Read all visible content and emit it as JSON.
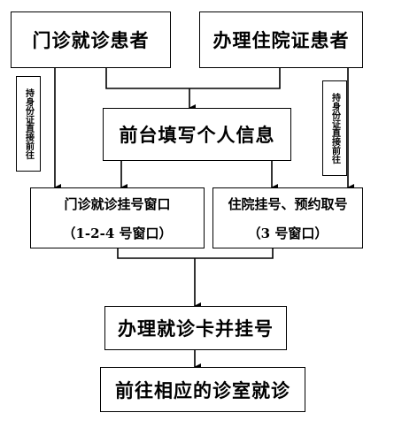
{
  "boxes": {
    "outpatient": "门诊就诊患者",
    "inpatient": "办理住院证患者",
    "front_desk": "前台填写个人信息",
    "outpatient_window_line1": "门诊就诊挂号窗口",
    "outpatient_window_line2": "（1-2-4 号窗口）",
    "inpatient_window_line1": "住院挂号、预约取号",
    "inpatient_window_line2": "（3 号窗口）",
    "card": "办理就诊卡并挂号",
    "go_clinic": "前往相应的诊室就诊"
  },
  "side_notes": {
    "left": "持身份证直接前往",
    "right": "持身份证直接前往"
  }
}
